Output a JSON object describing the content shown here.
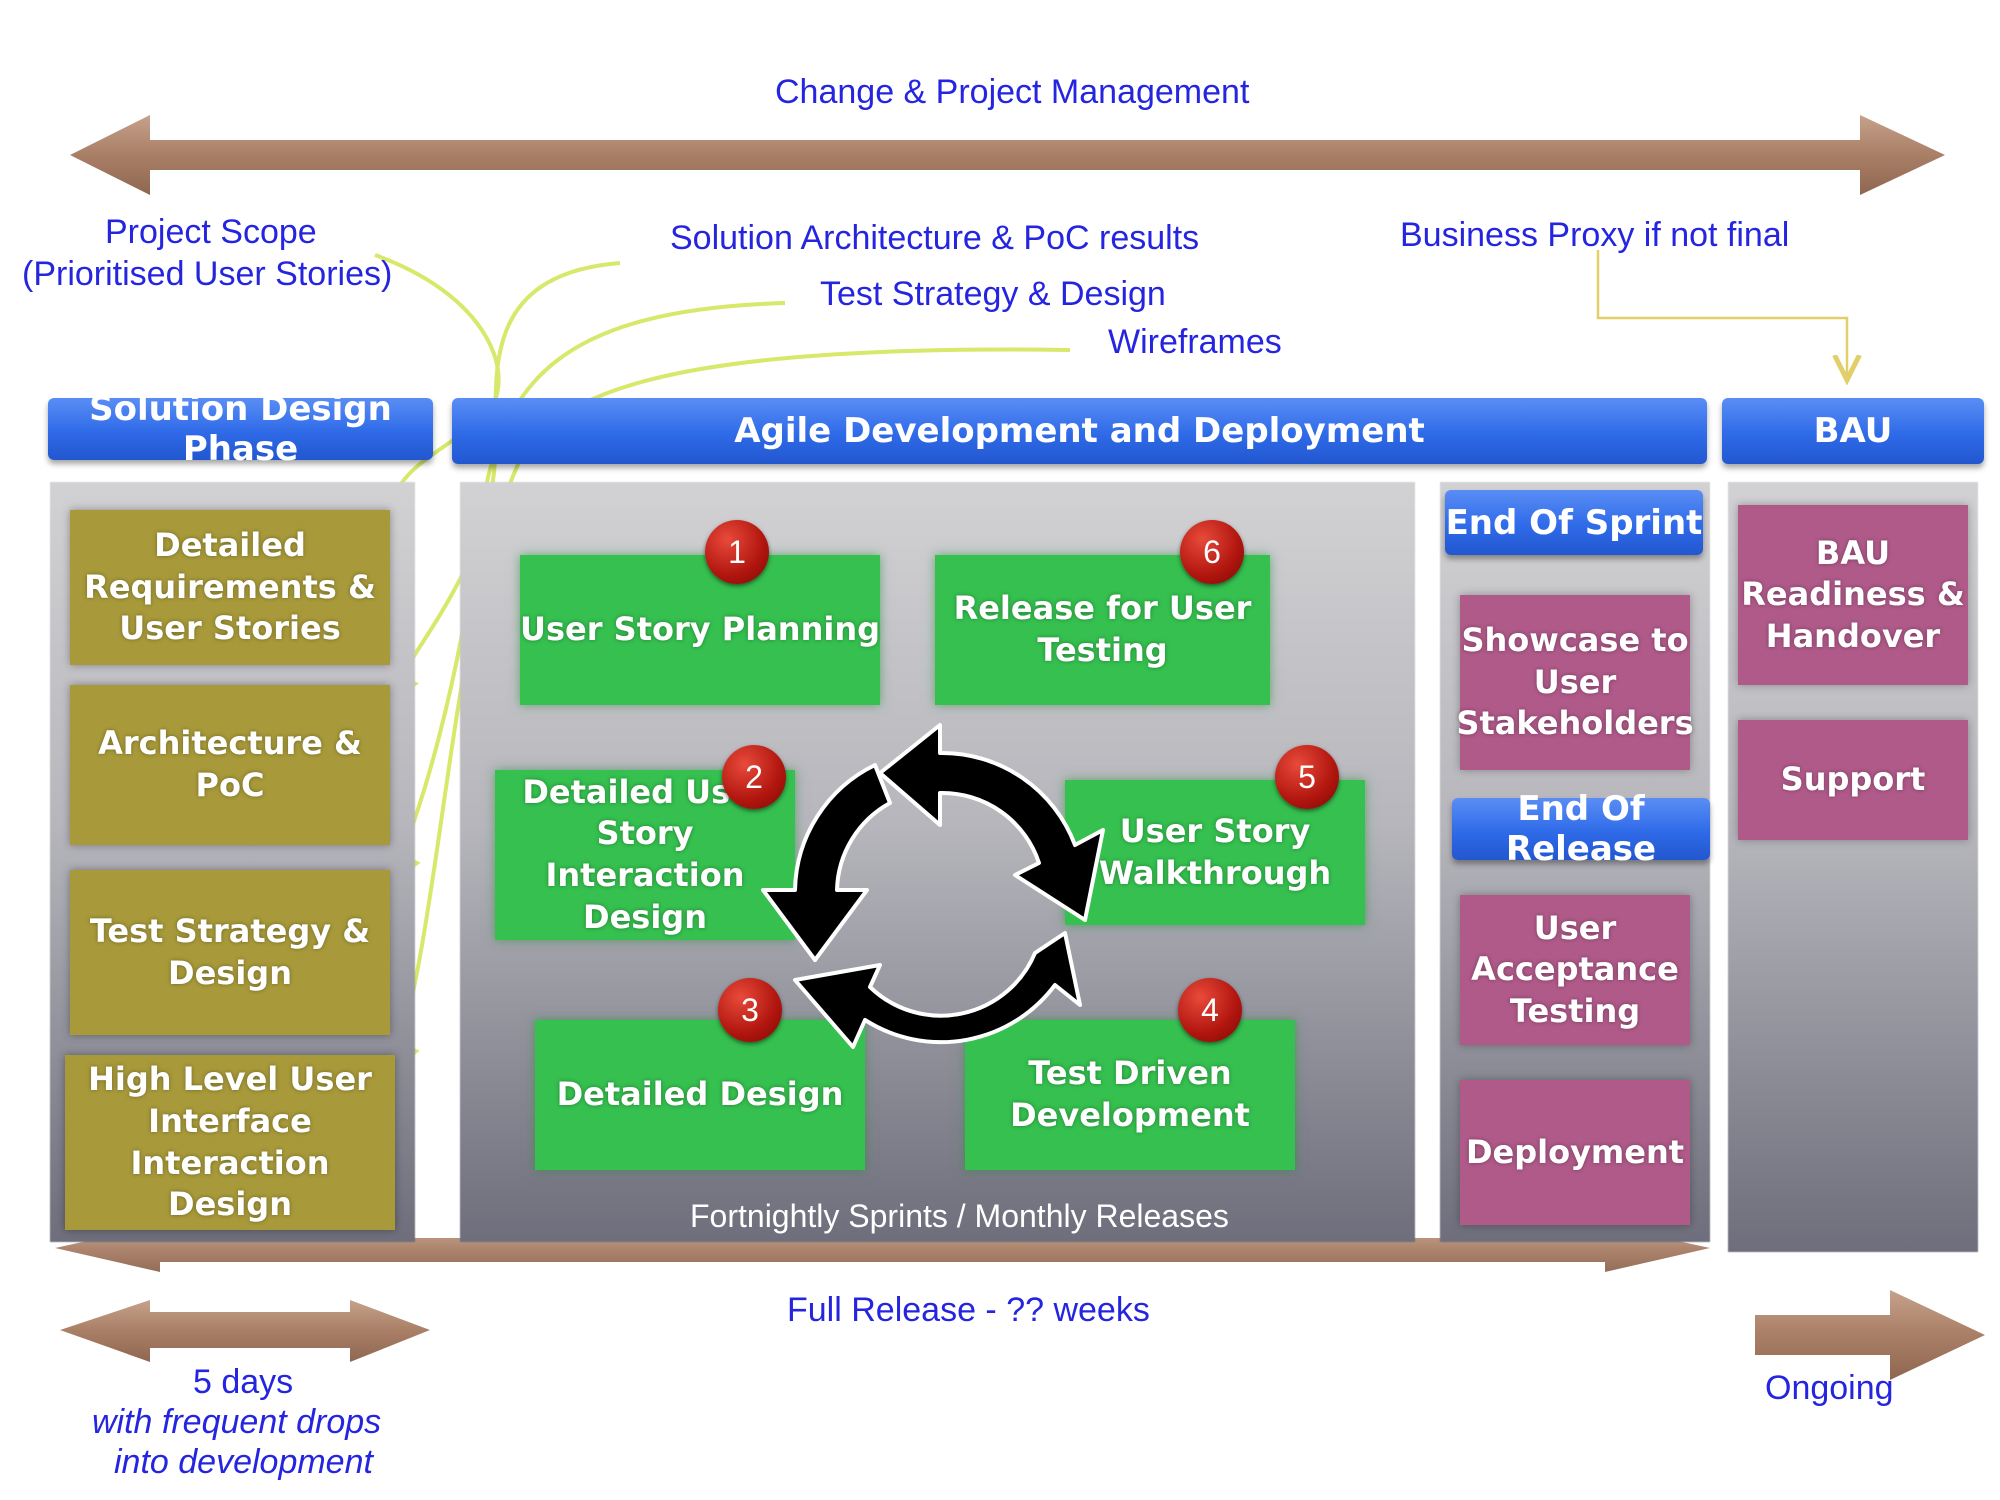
{
  "top_label": "Change & Project Management",
  "inputs": {
    "project_scope": "Project Scope",
    "project_scope_sub": "(Prioritised User Stories)",
    "solution_architecture": "Solution Architecture & PoC results",
    "test_strategy": "Test Strategy & Design",
    "wireframes": "Wireframes",
    "business_proxy": "Business Proxy if not final"
  },
  "phases": {
    "solution_design": "Solution Design Phase",
    "agile": "Agile Development and Deployment",
    "bau": "BAU"
  },
  "design_boxes": [
    "Detailed Requirements & User Stories",
    "Architecture & PoC",
    "Test Strategy & Design",
    "High Level User Interface Interaction Design"
  ],
  "sprint_steps": [
    {
      "num": "1",
      "label": "User Story Planning"
    },
    {
      "num": "2",
      "label": "Detailed User Story Interaction Design"
    },
    {
      "num": "3",
      "label": "Detailed Design"
    },
    {
      "num": "4",
      "label": "Test Driven Development"
    },
    {
      "num": "5",
      "label": "User Story Walkthrough"
    },
    {
      "num": "6",
      "label": "Release for User Testing"
    }
  ],
  "sprint_caption": "Fortnightly Sprints / Monthly Releases",
  "end_of_sprint": {
    "header": "End Of Sprint",
    "box": "Showcase to User Stakeholders"
  },
  "end_of_release": {
    "header": "End Of Release",
    "boxes": [
      "User Acceptance Testing",
      "Deployment"
    ]
  },
  "bau_boxes": [
    "BAU Readiness & Handover",
    "Support"
  ],
  "full_release": "Full Release - ?? weeks",
  "design_duration": {
    "line1": "5 days",
    "line2": "with frequent drops",
    "line3": "into development"
  },
  "ongoing": "Ongoing",
  "colors": {
    "arrow_brown": "#a97f66",
    "phase_blue": "#2f6ae8",
    "olive": "#a89a3a",
    "green": "#35c04f",
    "pink": "#b05a8a",
    "connector": "#d7e86a",
    "text_blue": "#2525e0"
  }
}
